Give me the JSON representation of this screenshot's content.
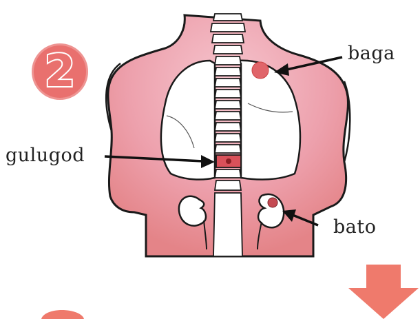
{
  "diagram": {
    "step_number": "2",
    "labels": {
      "liver": "baga",
      "spine": "gulugod",
      "kidney": "bato"
    }
  },
  "colors": {
    "body_fill": "#e9868a",
    "body_light": "#f4b8c2",
    "badge": "#e9706e",
    "arrow_down": "#ef7a6c",
    "outline": "#1a1a1a"
  },
  "icons": {
    "next": "arrow-down-icon"
  }
}
